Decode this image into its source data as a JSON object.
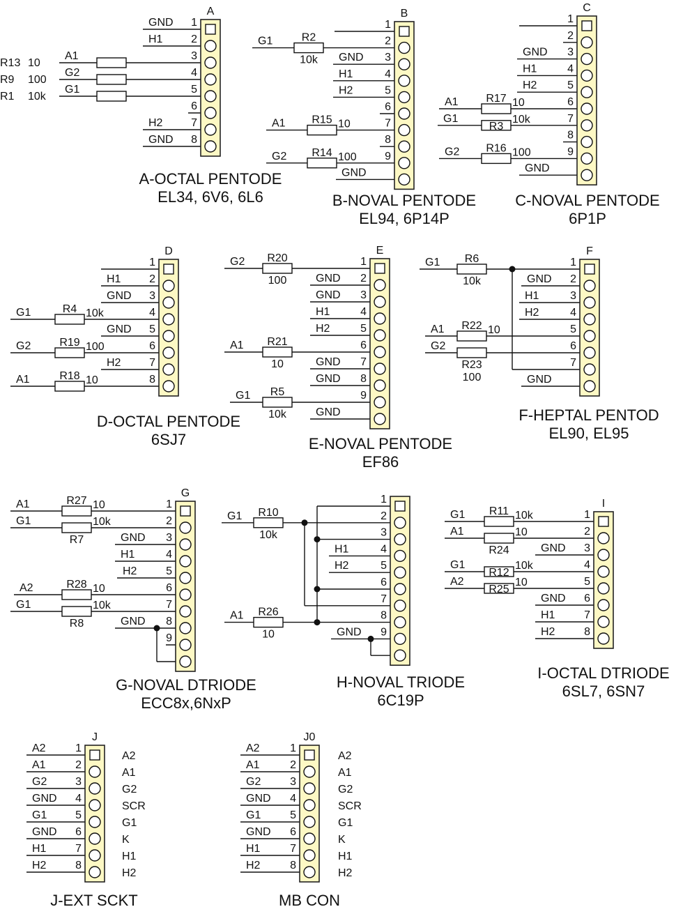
{
  "colors": {
    "connector_fill": "#fdf8c4",
    "line": "#111111"
  },
  "connectors": {
    "A": {
      "letter": "A",
      "title": "A-OCTAL PENTODE",
      "subtitle": "EL34, 6V6, 6L6",
      "pins": [
        {
          "num": "1",
          "net": "GND"
        },
        {
          "num": "2",
          "net": "H1"
        },
        {
          "num": "3",
          "net": "A1",
          "res": "R13",
          "value": "10"
        },
        {
          "num": "4",
          "net": "G2",
          "res": "R9",
          "value": "100"
        },
        {
          "num": "5",
          "net": "G1",
          "res": "R1",
          "value": "10k"
        },
        {
          "num": "6",
          "net": ""
        },
        {
          "num": "7",
          "net": "H2"
        },
        {
          "num": "8",
          "net": "GND"
        }
      ]
    },
    "B": {
      "letter": "B",
      "title": "B-NOVAL PENTODE",
      "subtitle": "EL94, 6P14P",
      "pins": [
        {
          "num": "1",
          "net": ""
        },
        {
          "num": "2",
          "net": "G1",
          "res": "R2",
          "value": "10k"
        },
        {
          "num": "3",
          "net": "GND"
        },
        {
          "num": "4",
          "net": "H1"
        },
        {
          "num": "5",
          "net": "H2"
        },
        {
          "num": "6",
          "net": ""
        },
        {
          "num": "7",
          "net": "A1",
          "res": "R15",
          "value": "10"
        },
        {
          "num": "8",
          "net": ""
        },
        {
          "num": "9",
          "net": "G2",
          "res": "R14",
          "value": "100"
        },
        {
          "num": "",
          "net": "GND"
        }
      ]
    },
    "C": {
      "letter": "C",
      "title": "C-NOVAL PENTODE",
      "subtitle": "6P1P",
      "pins": [
        {
          "num": "1",
          "net": ""
        },
        {
          "num": "2",
          "net": ""
        },
        {
          "num": "3",
          "net": "GND"
        },
        {
          "num": "4",
          "net": "H1"
        },
        {
          "num": "5",
          "net": "H2"
        },
        {
          "num": "6",
          "net": "A1",
          "res": "R17",
          "value": "10"
        },
        {
          "num": "7",
          "net": "G1",
          "res": "R3",
          "value": "10k"
        },
        {
          "num": "8",
          "net": ""
        },
        {
          "num": "9",
          "net": "G2",
          "res": "R16",
          "value": "100"
        },
        {
          "num": "",
          "net": "GND"
        }
      ]
    },
    "D": {
      "letter": "D",
      "title": "D-OCTAL PENTODE",
      "subtitle": "6SJ7",
      "pins": [
        {
          "num": "1",
          "net": ""
        },
        {
          "num": "2",
          "net": "H1"
        },
        {
          "num": "3",
          "net": "GND"
        },
        {
          "num": "4",
          "net": "G1",
          "res": "R4",
          "value": "10k"
        },
        {
          "num": "5",
          "net": "GND"
        },
        {
          "num": "6",
          "net": "G2",
          "res": "R19",
          "value": "100"
        },
        {
          "num": "7",
          "net": "H2"
        },
        {
          "num": "8",
          "net": "A1",
          "res": "R18",
          "value": "10"
        }
      ]
    },
    "E": {
      "letter": "E",
      "title": "E-NOVAL PENTODE",
      "subtitle": "EF86",
      "pins": [
        {
          "num": "1",
          "net": "G2",
          "res": "R20",
          "value": "100"
        },
        {
          "num": "2",
          "net": "GND"
        },
        {
          "num": "3",
          "net": "GND"
        },
        {
          "num": "4",
          "net": "H1"
        },
        {
          "num": "5",
          "net": "H2"
        },
        {
          "num": "6",
          "net": "A1",
          "res": "R21",
          "value": "10"
        },
        {
          "num": "7",
          "net": "GND"
        },
        {
          "num": "8",
          "net": "GND"
        },
        {
          "num": "9",
          "net": "G1",
          "res": "R5",
          "value": "10k"
        },
        {
          "num": "",
          "net": "GND"
        }
      ]
    },
    "F": {
      "letter": "F",
      "title": "F-HEPTAL PENTOD",
      "subtitle": "EL90, EL95",
      "pins": [
        {
          "num": "1",
          "net": "G1",
          "res": "R6",
          "value": "10k"
        },
        {
          "num": "2",
          "net": "GND"
        },
        {
          "num": "3",
          "net": "H1"
        },
        {
          "num": "4",
          "net": "H2"
        },
        {
          "num": "5",
          "net": "A1",
          "res": "R22",
          "value": "10"
        },
        {
          "num": "6",
          "net": "G2",
          "res": "R23",
          "value": "100"
        },
        {
          "num": "7",
          "net": ""
        },
        {
          "num": "",
          "net": "GND"
        }
      ]
    },
    "G": {
      "letter": "G",
      "title": "G-NOVAL DTRIODE",
      "subtitle": "ECC8x,6NxP",
      "pins": [
        {
          "num": "1",
          "net": "A1",
          "res": "R27",
          "value": "10"
        },
        {
          "num": "2",
          "net": "G1",
          "res": "R7",
          "value": "10k"
        },
        {
          "num": "3",
          "net": "GND"
        },
        {
          "num": "4",
          "net": "H1"
        },
        {
          "num": "5",
          "net": "H2"
        },
        {
          "num": "6",
          "net": "A2",
          "res": "R28",
          "value": "10"
        },
        {
          "num": "7",
          "net": "G1",
          "res": "R8",
          "value": "10k"
        },
        {
          "num": "8",
          "net": "GND"
        },
        {
          "num": "9",
          "net": ""
        },
        {
          "num": "",
          "net": ""
        }
      ]
    },
    "H": {
      "letter": "",
      "title": "H-NOVAL TRIODE",
      "subtitle": "6C19P",
      "pins": [
        {
          "num": "1",
          "net": ""
        },
        {
          "num": "2",
          "net": "G1",
          "res": "R10",
          "value": "10k"
        },
        {
          "num": "3",
          "net": ""
        },
        {
          "num": "4",
          "net": "H1"
        },
        {
          "num": "5",
          "net": "H2"
        },
        {
          "num": "6",
          "net": ""
        },
        {
          "num": "7",
          "net": ""
        },
        {
          "num": "8",
          "net": "A1",
          "res": "R26",
          "value": "10"
        },
        {
          "num": "9",
          "net": "GND"
        },
        {
          "num": "",
          "net": ""
        }
      ]
    },
    "I": {
      "letter": "I",
      "title": "I-OCTAL DTRIODE",
      "subtitle": "6SL7, 6SN7",
      "pins": [
        {
          "num": "1",
          "net": "G1",
          "res": "R11",
          "value": "10k"
        },
        {
          "num": "2",
          "net": "A1",
          "res": "R24",
          "value": "10"
        },
        {
          "num": "3",
          "net": "GND"
        },
        {
          "num": "4",
          "net": "G1",
          "res": "R12",
          "value": "10k"
        },
        {
          "num": "5",
          "net": "A2",
          "res": "R25",
          "value": "10"
        },
        {
          "num": "6",
          "net": "GND"
        },
        {
          "num": "7",
          "net": "H1"
        },
        {
          "num": "8",
          "net": "H2"
        }
      ]
    },
    "J": {
      "letter": "J",
      "title": "J-EXT SCKT",
      "subtitle": "",
      "pins": [
        {
          "num": "1",
          "net": "A2",
          "right": "A2"
        },
        {
          "num": "2",
          "net": "A1",
          "right": "A1"
        },
        {
          "num": "3",
          "net": "G2",
          "right": "G2"
        },
        {
          "num": "4",
          "net": "GND",
          "right": "SCR"
        },
        {
          "num": "5",
          "net": "G1",
          "right": "G1"
        },
        {
          "num": "6",
          "net": "GND",
          "right": "K"
        },
        {
          "num": "7",
          "net": "H1",
          "right": "H1"
        },
        {
          "num": "8",
          "net": "H2",
          "right": "H2"
        }
      ]
    },
    "J0": {
      "letter": "J0",
      "title": "MB CON",
      "subtitle": "",
      "pins": [
        {
          "num": "1",
          "net": "A2",
          "right": "A2"
        },
        {
          "num": "2",
          "net": "A1",
          "right": "A1"
        },
        {
          "num": "3",
          "net": "G2",
          "right": "G2"
        },
        {
          "num": "4",
          "net": "GND",
          "right": "SCR"
        },
        {
          "num": "5",
          "net": "G1",
          "right": "G1"
        },
        {
          "num": "6",
          "net": "GND",
          "right": "K"
        },
        {
          "num": "7",
          "net": "H1",
          "right": "H1"
        },
        {
          "num": "8",
          "net": "H2",
          "right": "H2"
        }
      ]
    }
  }
}
